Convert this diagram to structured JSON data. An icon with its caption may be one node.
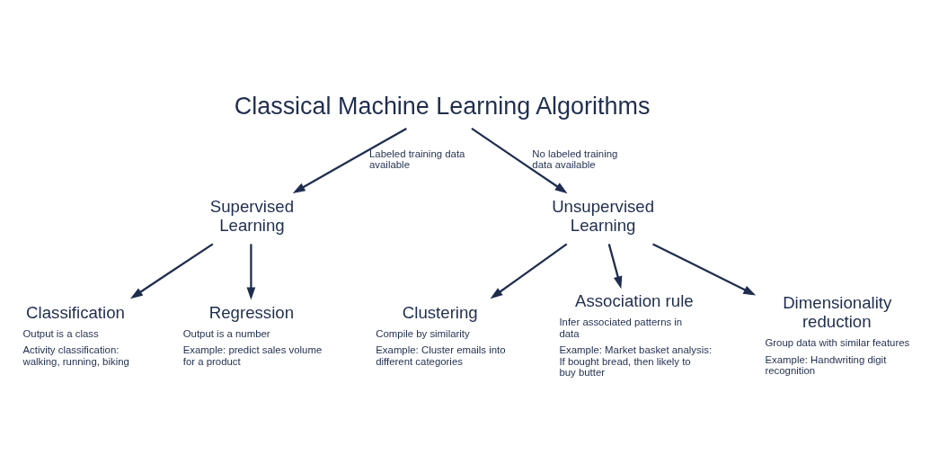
{
  "diagram": {
    "nodes": [
      {
        "text": [
          "Classical Machine Learning Algorithms"
        ]
      },
      {
        "text": [
          "Supervised Learning"
        ]
      },
      {
        "text": [
          "Unsupervised Learning"
        ]
      },
      {
        "text": [
          "Classification",
          "Output is a class",
          "Activity classification: walking, running, biking"
        ]
      },
      {
        "text": [
          "Regression",
          "Output is a number",
          "Example: predict sales volume for a product"
        ]
      },
      {
        "text": [
          "Clustering",
          "Compile by similarity",
          "Example: Cluster emails into different categories"
        ]
      },
      {
        "text": [
          "Association rule",
          "Infer associated patterns in data",
          "Example: Market basket analysis: If bought bread, then likely to buy butter"
        ]
      },
      {
        "text": [
          "Dimensionality reduction",
          "Group data with similar features",
          "Example: Handwriting digit recognition"
        ]
      }
    ],
    "edges": [
      {
        "from": 0,
        "to": 1,
        "arrow": "to",
        "label": "Labeled training data available"
      },
      {
        "from": 0,
        "to": 2,
        "arrow": "to",
        "label": "No labeled training data available"
      },
      {
        "from": 1,
        "to": 3,
        "arrow": "to"
      },
      {
        "from": 1,
        "to": 4,
        "arrow": "to"
      },
      {
        "from": 2,
        "to": 5,
        "arrow": "to"
      },
      {
        "from": 2,
        "to": 6,
        "arrow": "to"
      },
      {
        "from": 2,
        "to": 7,
        "arrow": "to"
      }
    ]
  }
}
